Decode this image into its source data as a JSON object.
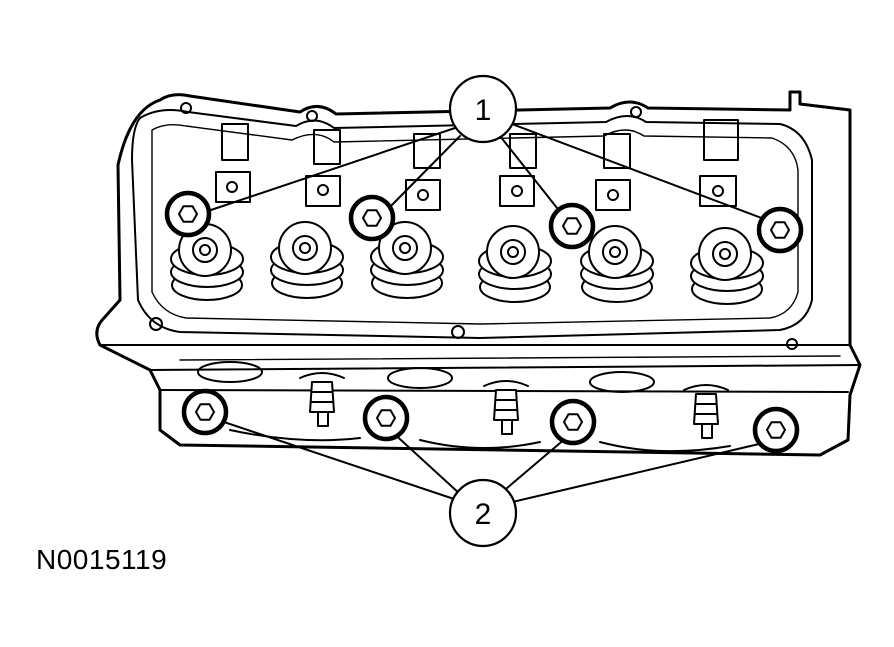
{
  "figure_id": "N0015119",
  "callouts": [
    {
      "label": "1"
    },
    {
      "label": "2"
    }
  ],
  "colors": {
    "ink": "#000000",
    "paper": "#ffffff"
  }
}
